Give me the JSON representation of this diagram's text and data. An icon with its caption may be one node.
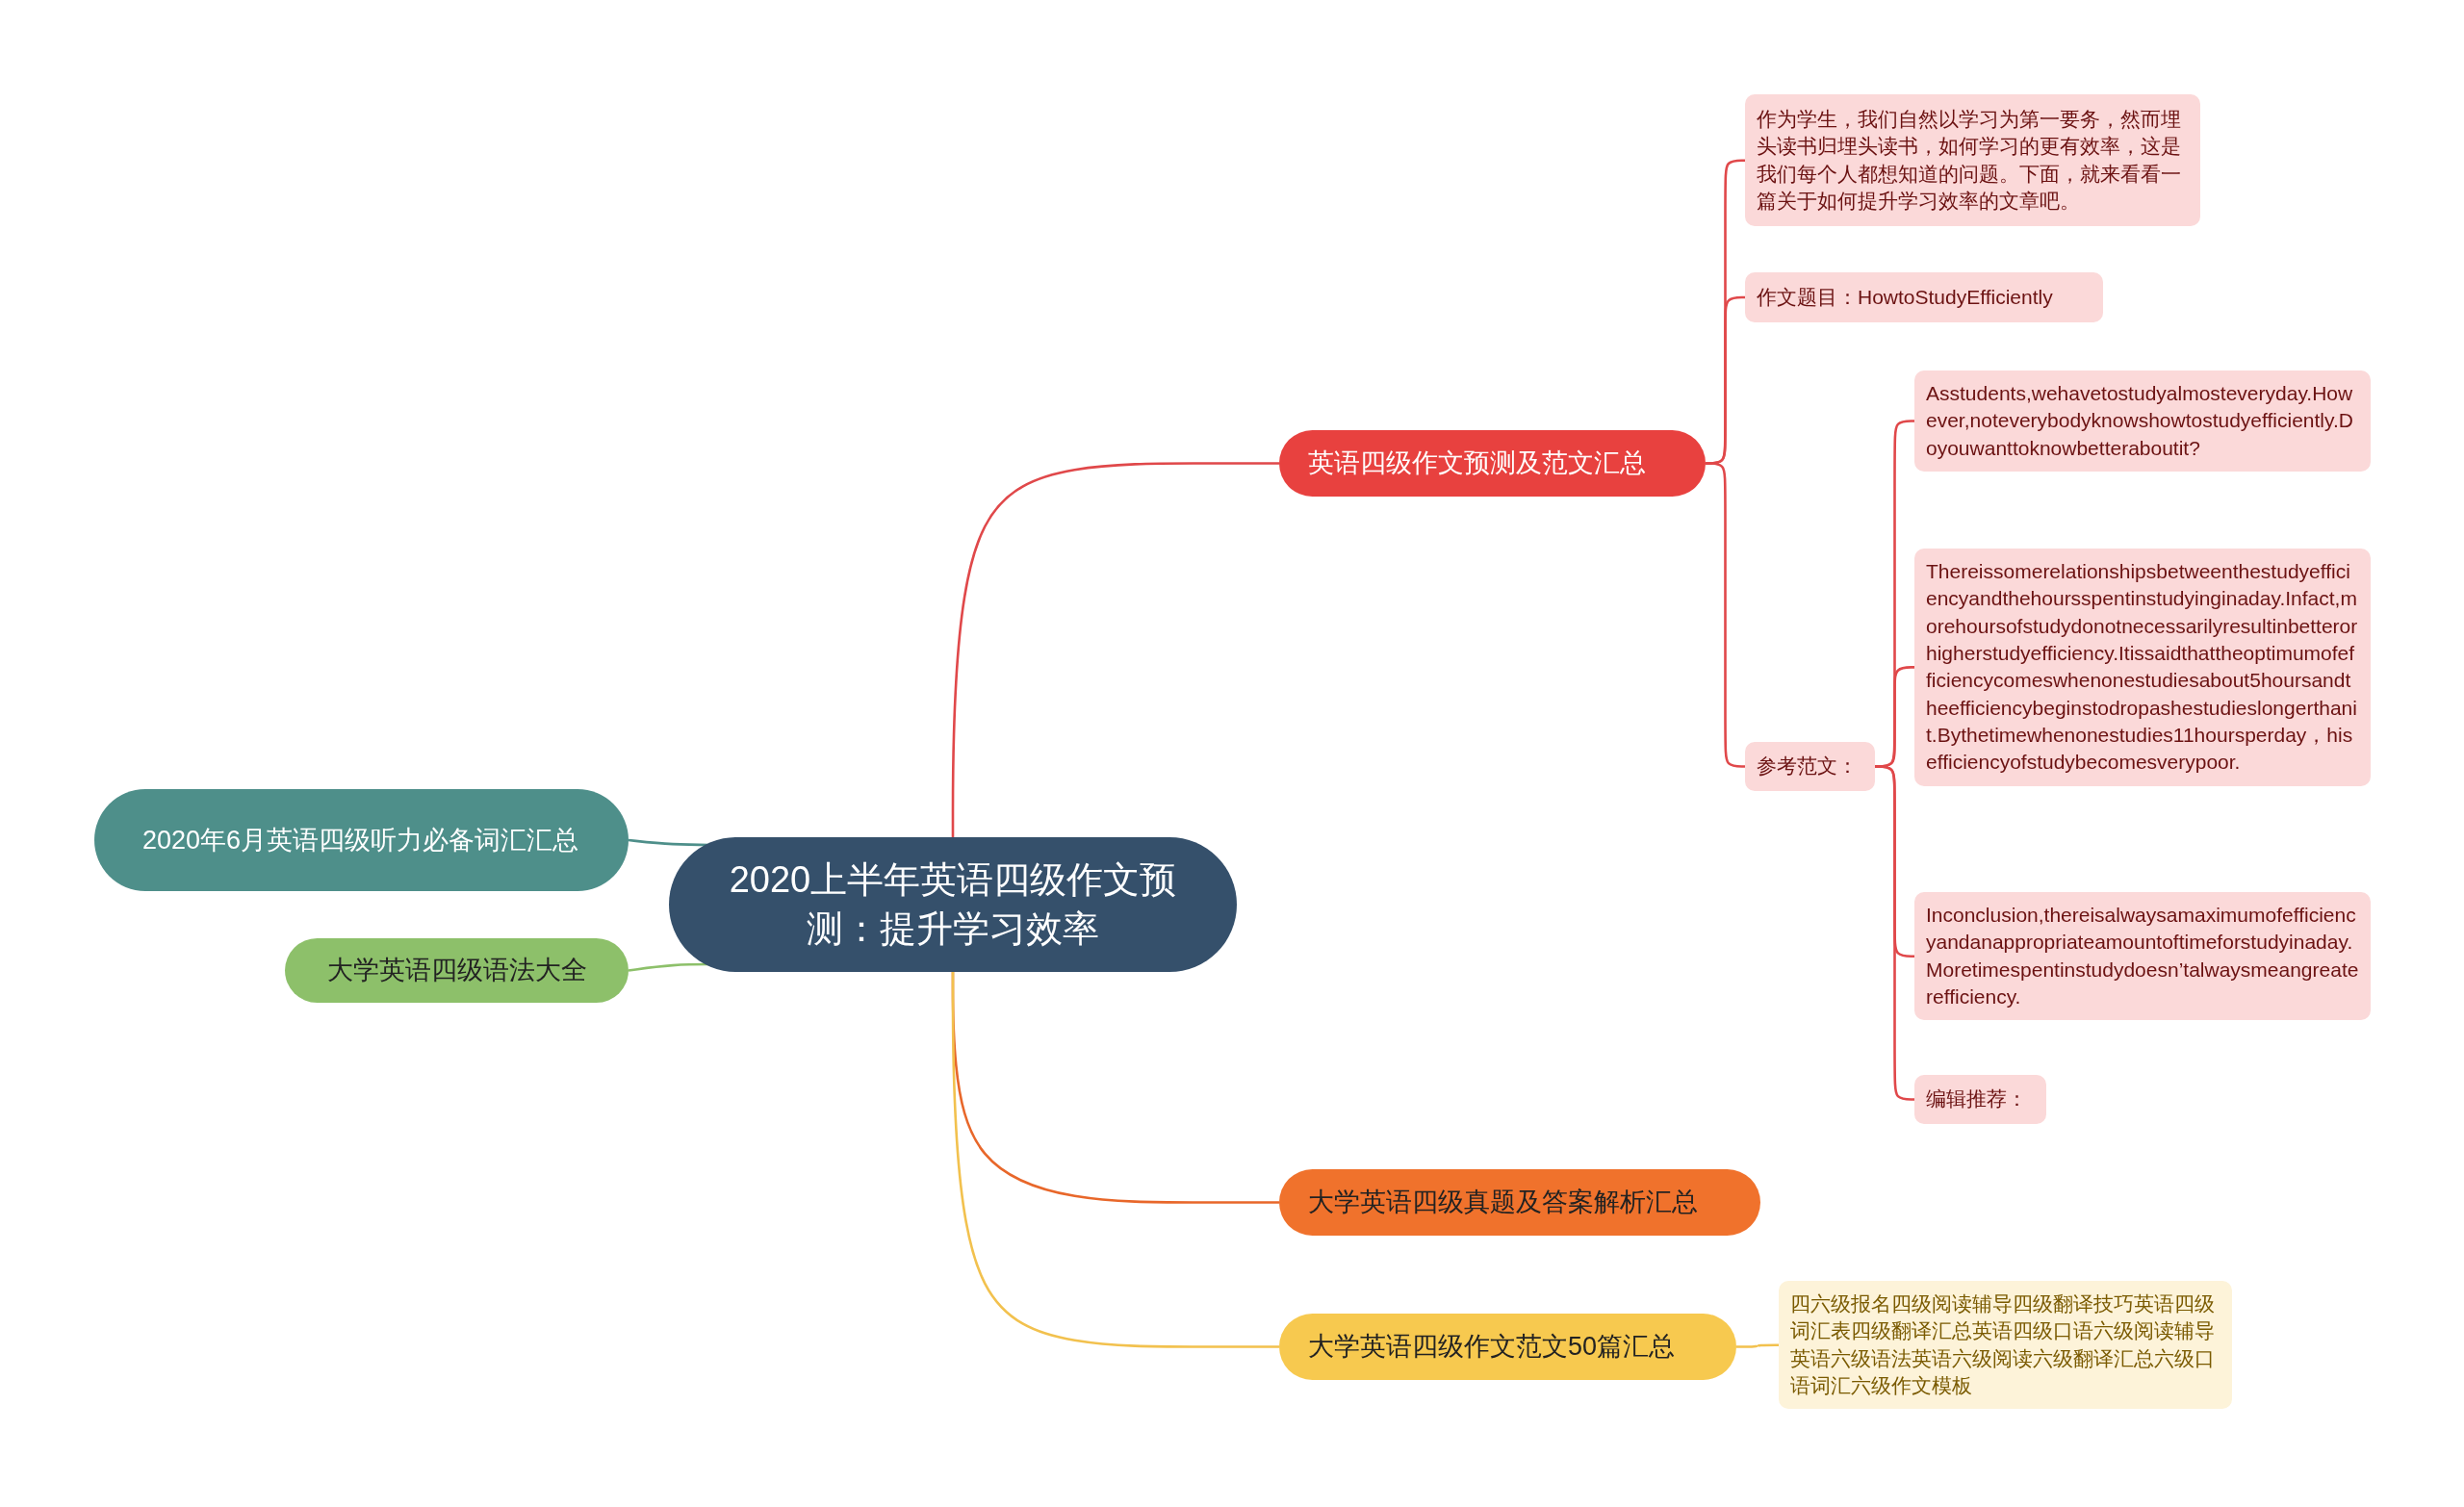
{
  "diagram": {
    "nodes": [
      {
        "text": [
          "2020上半年英语四级作文预测：提升学习效率"
        ]
      },
      {
        "text": [
          "英语四级作文预测及范文汇总"
        ]
      },
      {
        "text": [
          "作为学生，我们自然以学习为第一要务，然而埋头读书归埋头读书，如何学习的更有效率，这是我们每个人都想知道的问题。下面，就来看看一篇关于如何提升学习效率的文章吧。"
        ]
      },
      {
        "text": [
          "作文题目：HowtoStudyEfficiently"
        ]
      },
      {
        "text": [
          "参考范文："
        ]
      },
      {
        "text": [
          "Asstudents,wehavetostudyalmosteveryday.However,noteverybodyknowshowtostudyefficiently.Doyouwanttoknowbetteraboutit?"
        ]
      },
      {
        "text": [
          "Thereissomerelationshipsbetweenthestudyefficiencyandthehoursspentinstudyinginaday.Infact,morehoursofstudydonotnecessarilyresultinbetterorhigherstudyefficiency.Itissaidthattheoptimumofefficiencycomeswhenonestudiesabout5hoursandtheefficiencybeginstodropashestudieslongerthanit.Bythetimewhenonestudies11hoursperday，hisefficiencyofstudybecomesverypoor."
        ]
      },
      {
        "text": [
          "Inconclusion,thereisalwaysamaximumofefficiencyandanappropriateamountoftimeforstudyinaday.Moretimespentinstudydoesn’talwaysmeangreaterefficiency."
        ]
      },
      {
        "text": [
          "编辑推荐："
        ]
      },
      {
        "text": [
          "大学英语四级真题及答案解析汇总"
        ]
      },
      {
        "text": [
          "大学英语四级作文范文50篇汇总"
        ]
      },
      {
        "text": [
          "四六级报名四级阅读辅导四级翻译技巧英语四级词汇表四级翻译汇总英语四级口语六级阅读辅导英语六级语法英语六级阅读六级翻译汇总六级口语词汇六级作文模板"
        ]
      },
      {
        "text": [
          "2020年6月英语四级听力必备词汇汇总"
        ]
      },
      {
        "text": [
          "大学英语四级语法大全"
        ]
      }
    ],
    "edges": [
      {
        "from": 0,
        "to": 1,
        "arrow": "none"
      },
      {
        "from": 1,
        "to": 2,
        "arrow": "none"
      },
      {
        "from": 1,
        "to": 3,
        "arrow": "none"
      },
      {
        "from": 1,
        "to": 4,
        "arrow": "none"
      },
      {
        "from": 4,
        "to": 5,
        "arrow": "none"
      },
      {
        "from": 4,
        "to": 6,
        "arrow": "none"
      },
      {
        "from": 4,
        "to": 7,
        "arrow": "none"
      },
      {
        "from": 4,
        "to": 8,
        "arrow": "none"
      },
      {
        "from": 0,
        "to": 9,
        "arrow": "none",
        "color": "#e8672a"
      },
      {
        "from": 0,
        "to": 10,
        "arrow": "none",
        "color": "#f2c14e"
      },
      {
        "from": 10,
        "to": 11,
        "arrow": "none",
        "color": "#f2c14e"
      },
      {
        "from": 0,
        "to": 12,
        "arrow": "none",
        "color": "#4e8f8a"
      },
      {
        "from": 0,
        "to": 13,
        "arrow": "none",
        "color": "#8dc06a"
      }
    ]
  }
}
